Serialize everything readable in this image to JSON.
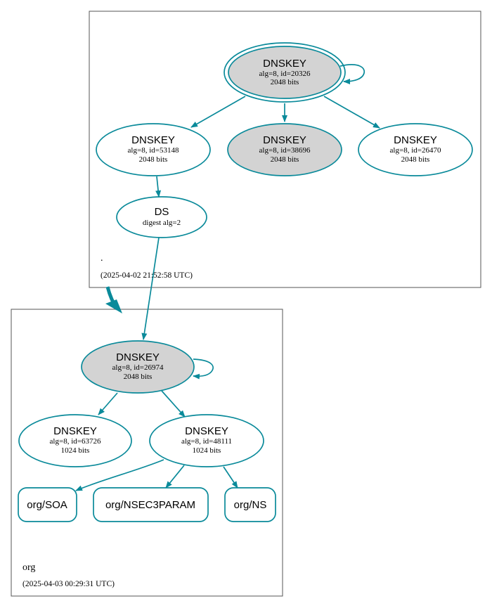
{
  "colors": {
    "edge": "#0a8a9a",
    "node_fill_gray": "#d3d3d3",
    "node_fill_white": "#ffffff",
    "zone_border": "#555555"
  },
  "zones": {
    "root": {
      "name": ".",
      "timestamp": "(2025-04-02 21:52:58 UTC)"
    },
    "org": {
      "name": "org",
      "timestamp": "(2025-04-03 00:29:31 UTC)"
    }
  },
  "nodes": {
    "root_ksk": {
      "title": "DNSKEY",
      "line1": "alg=8, id=20326",
      "line2": "2048 bits"
    },
    "root_zsk1": {
      "title": "DNSKEY",
      "line1": "alg=8, id=53148",
      "line2": "2048 bits"
    },
    "root_ksk2": {
      "title": "DNSKEY",
      "line1": "alg=8, id=38696",
      "line2": "2048 bits"
    },
    "root_zsk2": {
      "title": "DNSKEY",
      "line1": "alg=8, id=26470",
      "line2": "2048 bits"
    },
    "ds": {
      "title": "DS",
      "line1": "digest alg=2"
    },
    "org_ksk": {
      "title": "DNSKEY",
      "line1": "alg=8, id=26974",
      "line2": "2048 bits"
    },
    "org_zsk1": {
      "title": "DNSKEY",
      "line1": "alg=8, id=63726",
      "line2": "1024 bits"
    },
    "org_zsk2": {
      "title": "DNSKEY",
      "line1": "alg=8, id=48111",
      "line2": "1024 bits"
    },
    "org_soa": {
      "title": "org/SOA"
    },
    "org_nsec3": {
      "title": "org/NSEC3PARAM"
    },
    "org_ns": {
      "title": "org/NS"
    }
  }
}
